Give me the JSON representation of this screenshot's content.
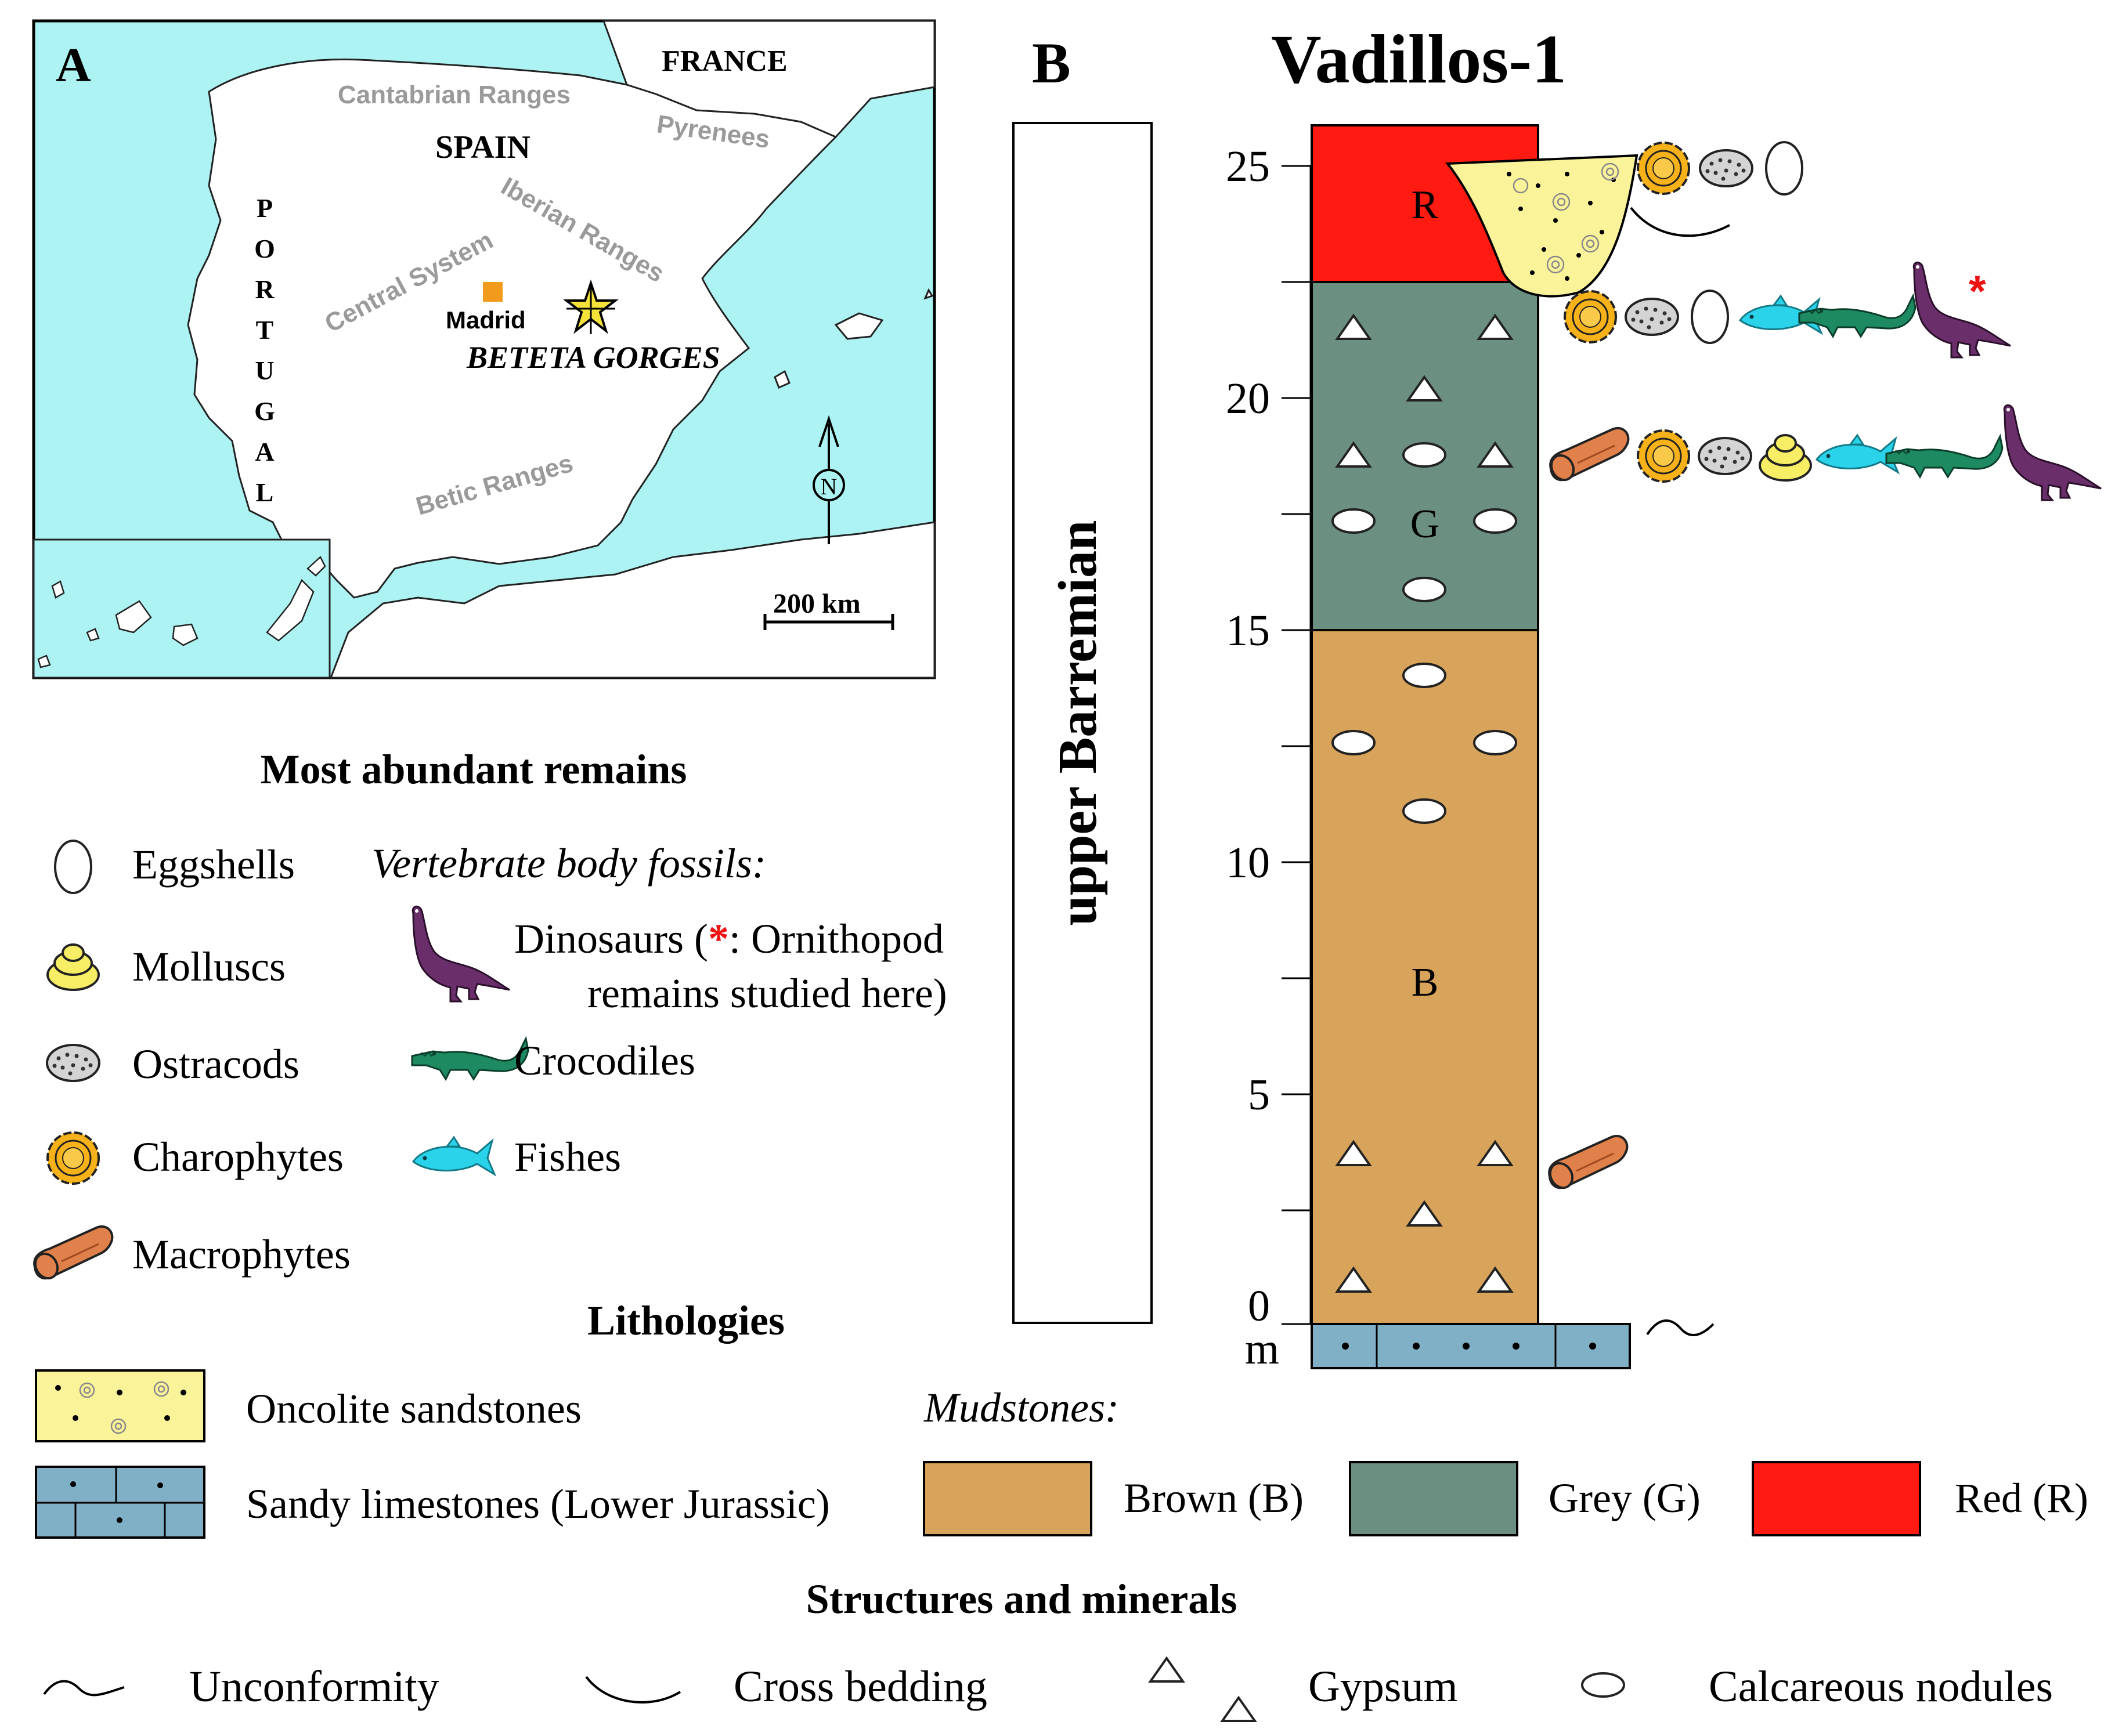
{
  "panel_a": {
    "label": "A",
    "countries": {
      "france": "FRANCE",
      "spain": "SPAIN",
      "portugal": [
        "P",
        "O",
        "R",
        "T",
        "U",
        "G",
        "A",
        "L"
      ]
    },
    "ranges": {
      "cantabrian": "Cantabrian Ranges",
      "pyrenees": "Pyrenees",
      "iberian": "Iberian Ranges",
      "central": "Central System",
      "betic": "Betic Ranges"
    },
    "places": {
      "madrid": "Madrid",
      "beteta": "BETETA GORGES"
    },
    "north": "N",
    "scale": "200 km",
    "colors": {
      "sea": "#aef3f3",
      "land": "#ffffff",
      "madrid": "#f29a1c",
      "star": "#f4e23a"
    }
  },
  "panel_b": {
    "label": "B",
    "title": "Vadillos-1",
    "age": "upper Barremian",
    "axis_ticks": [
      "25",
      "20",
      "15",
      "10",
      "5",
      "0"
    ],
    "axis_unit": "m",
    "beds": [
      {
        "code": "B",
        "name": "Brown mudstone",
        "from_m": 0,
        "to_m": 15,
        "color": "#d8a35a"
      },
      {
        "code": "G",
        "name": "Grey mudstone",
        "from_m": 15,
        "to_m": 22.5,
        "color": "#6b8f80"
      },
      {
        "code": "R",
        "name": "Red mudstone",
        "from_m": 22.5,
        "to_m": 26,
        "color": "#ff1a12"
      }
    ],
    "asterisk": "*",
    "asterisk_color": "#ee1111"
  },
  "legend_remains": {
    "title": "Most abundant remains",
    "eggshells": "Eggshells",
    "molluscs": "Molluscs",
    "ostracods": "Ostracods",
    "charophytes": "Charophytes",
    "macrophytes": "Macrophytes",
    "vertebrate_heading": "Vertebrate body fossils:",
    "dinosaurs_line1_prefix": "Dinosaurs (",
    "dinosaurs_star": "*",
    "dinosaurs_line1_suffix": ": Ornithopod",
    "dinosaurs_line2": "remains studied here)",
    "crocodiles": "Crocodiles",
    "fishes": "Fishes"
  },
  "legend_lithologies": {
    "title": "Lithologies",
    "oncolite": "Oncolite sandstones",
    "limestone": "Sandy limestones (Lower Jurassic)",
    "mudstones_heading": "Mudstones:",
    "brown": "Brown (B)",
    "grey": "Grey (G)",
    "red": "Red (R)",
    "colors": {
      "oncolite": "#fbf39a",
      "limestone": "#7fb0c6",
      "brown": "#d8a35a",
      "grey": "#6b8f80",
      "red": "#ff1a12"
    }
  },
  "legend_structures": {
    "title": "Structures and minerals",
    "unconformity": "Unconformity",
    "cross_bedding": "Cross bedding",
    "gypsum": "Gypsum",
    "nodules": "Calcareous nodules"
  },
  "icon_colors": {
    "charophyte": "#f7b21a",
    "ostracod": "#d4d4d4",
    "mollusc": "#f7ee66",
    "macrophyte": "#e0804a",
    "fish": "#2bd3ea",
    "crocodile": "#1e8a62",
    "dinosaur": "#6a2f6a"
  }
}
